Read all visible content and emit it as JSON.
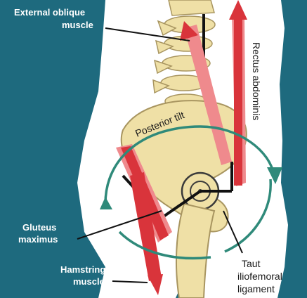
{
  "labels": {
    "external_oblique_line1": "External oblique",
    "external_oblique_line2": "muscle",
    "rectus_abdominis": "Rectus abdominis",
    "posterior_tilt": "Posterior tilt",
    "gluteus_line1": "Gluteus",
    "gluteus_line2": "maximus",
    "hamstring_line1": "Hamstring",
    "hamstring_line2": "muscle",
    "taut_line1": "Taut",
    "taut_line2": "iliofemoral",
    "taut_line3": "ligament"
  },
  "colors": {
    "background_teal": "#1e6a7e",
    "body_skin": "#ffffff",
    "bone": "#efe0a6",
    "bone_outline": "#a89560",
    "muscle_red": "#d9343b",
    "muscle_pink": "#ef8a8d",
    "tilt_arrow": "#2f8a7a"
  }
}
